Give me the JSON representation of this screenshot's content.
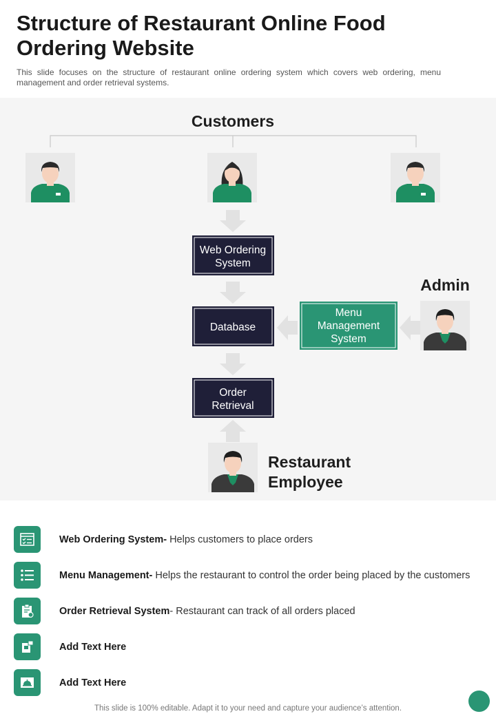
{
  "title": "Structure of Restaurant Online Food Ordering Website",
  "subtitle": "This slide focuses on the structure of restaurant online ordering system which covers web ordering, menu management and order retrieval systems.",
  "diagram": {
    "customers_label": "Customers",
    "admin_label": "Admin",
    "employee_label_line1": "Restaurant",
    "employee_label_line2": "Employee",
    "web_ordering_line1": "Web Ordering",
    "web_ordering_line2": "System",
    "database": "Database",
    "menu_line1": "Menu",
    "menu_line2": "Management",
    "menu_line3": "System",
    "order_line1": "Order",
    "order_line2": "Retrieval"
  },
  "bullets": [
    {
      "bold": "Web Ordering System-",
      "text": " Helps customers to place orders",
      "icon": "checklist-icon"
    },
    {
      "bold": "Menu Management-",
      "text": " Helps the restaurant to control the order being placed by the customers",
      "icon": "list-icon"
    },
    {
      "bold": "Order Retrieval System",
      "text": "- Restaurant can track of all orders placed",
      "icon": "clipboard-icon"
    },
    {
      "bold": "Add Text Here",
      "text": "",
      "icon": "document-icon"
    },
    {
      "bold": "Add Text Here",
      "text": "",
      "icon": "cloche-icon"
    }
  ],
  "footer": "This slide is 100% editable. Adapt it to your need and capture your audience’s attention.",
  "colors": {
    "accent": "#2a9574",
    "box": "#1f1f38",
    "panel": "#f5f5f5"
  }
}
